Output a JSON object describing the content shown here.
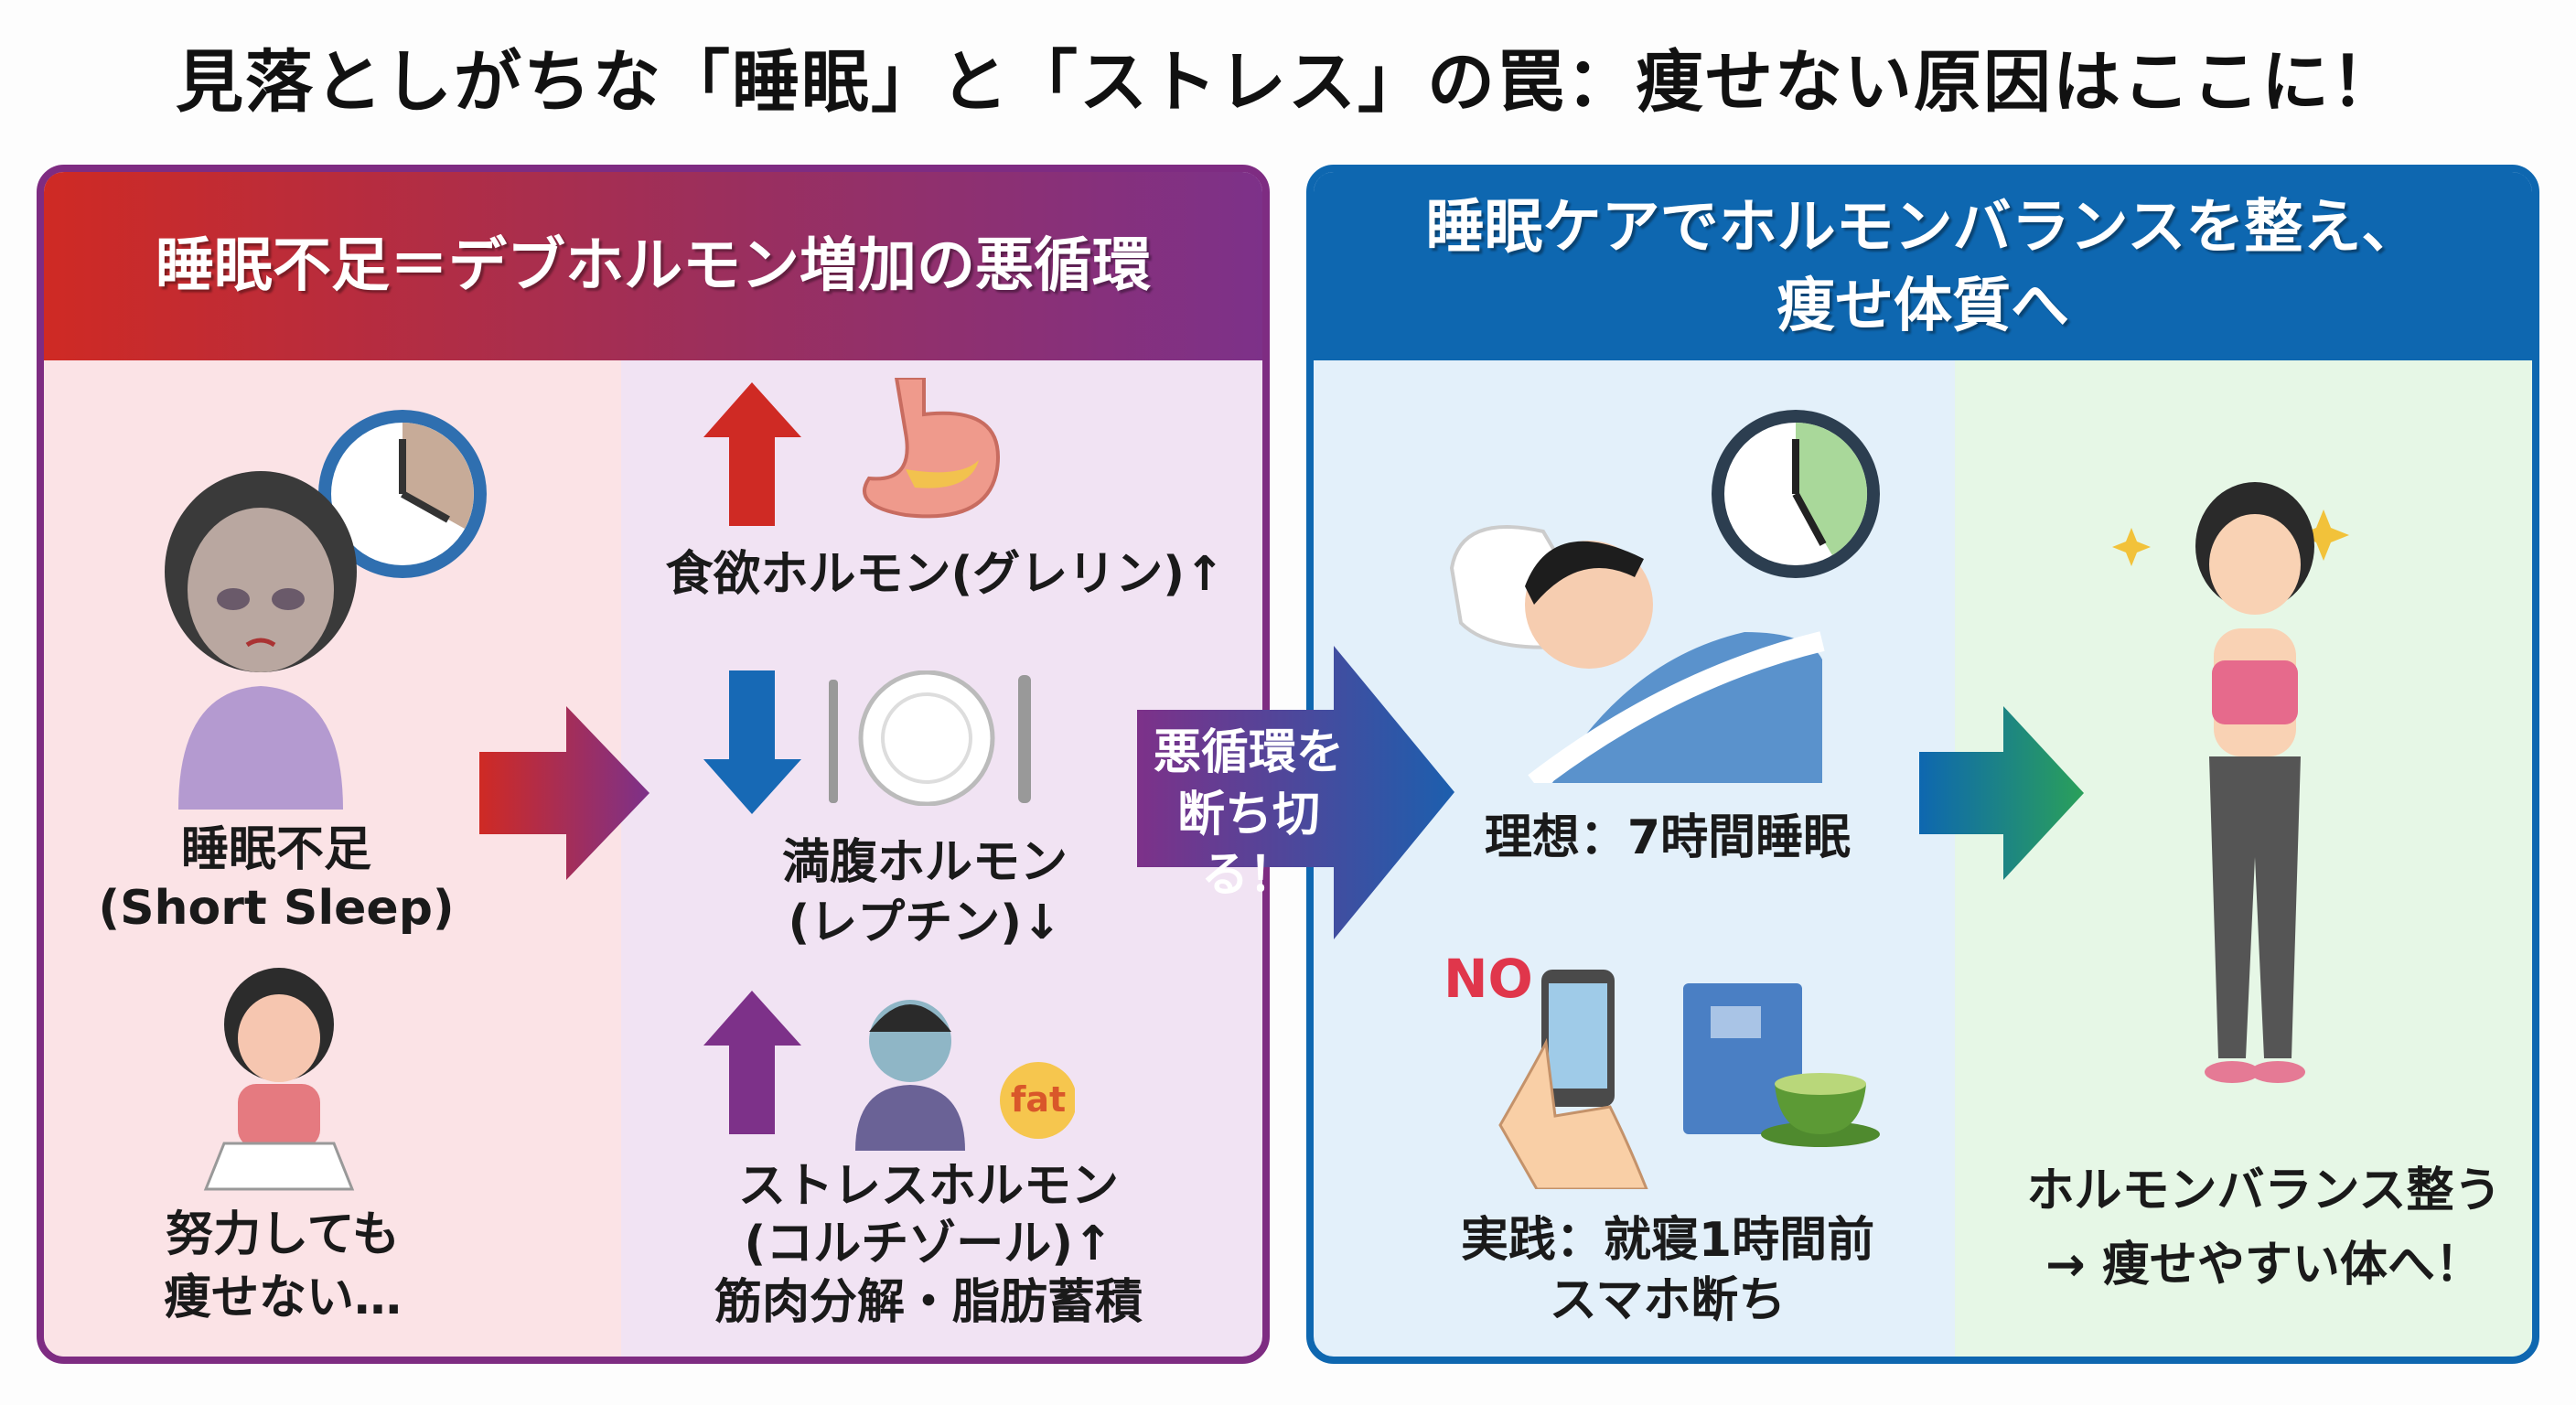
{
  "title": "見落としがちな「睡眠」と「ストレス」の罠：痩せない原因はここに！",
  "left_panel": {
    "header": "睡眠不足＝デブホルモン増加の悪循環",
    "sleep_deprived": {
      "line1": "睡眠不足",
      "line2": "(Short Sleep)"
    },
    "effort": {
      "line1": "努力しても",
      "line2": "痩せない…"
    },
    "ghrelin": {
      "label": "食欲ホルモン(グレリン)↑",
      "direction": "up"
    },
    "leptin": {
      "line1": "満腹ホルモン",
      "line2": "(レプチン)↓",
      "direction": "down"
    },
    "cortisol": {
      "line1": "ストレスホルモン",
      "line2": "(コルチゾール)↑",
      "line3": "筋肉分解・脂肪蓄積",
      "direction": "up",
      "badge": "fat"
    }
  },
  "middle_arrow": {
    "line1": "悪循環を",
    "line2": "断ち切る！"
  },
  "right_panel": {
    "header_line1": "睡眠ケアでホルモンバランスを整え、",
    "header_line2": "痩せ体質へ",
    "ideal": "理想：7時間睡眠",
    "no_badge": "NO",
    "practice": {
      "line1": "実践：就寝1時間前",
      "line2": "スマホ断ち"
    },
    "result": {
      "line1": "ホルモンバランス整う",
      "line2": "→ 痩せやすい体へ！"
    }
  },
  "colors": {
    "red": "#cf2a24",
    "purple": "#7d3189",
    "blue": "#0e67b0",
    "green": "#2aa05a"
  }
}
